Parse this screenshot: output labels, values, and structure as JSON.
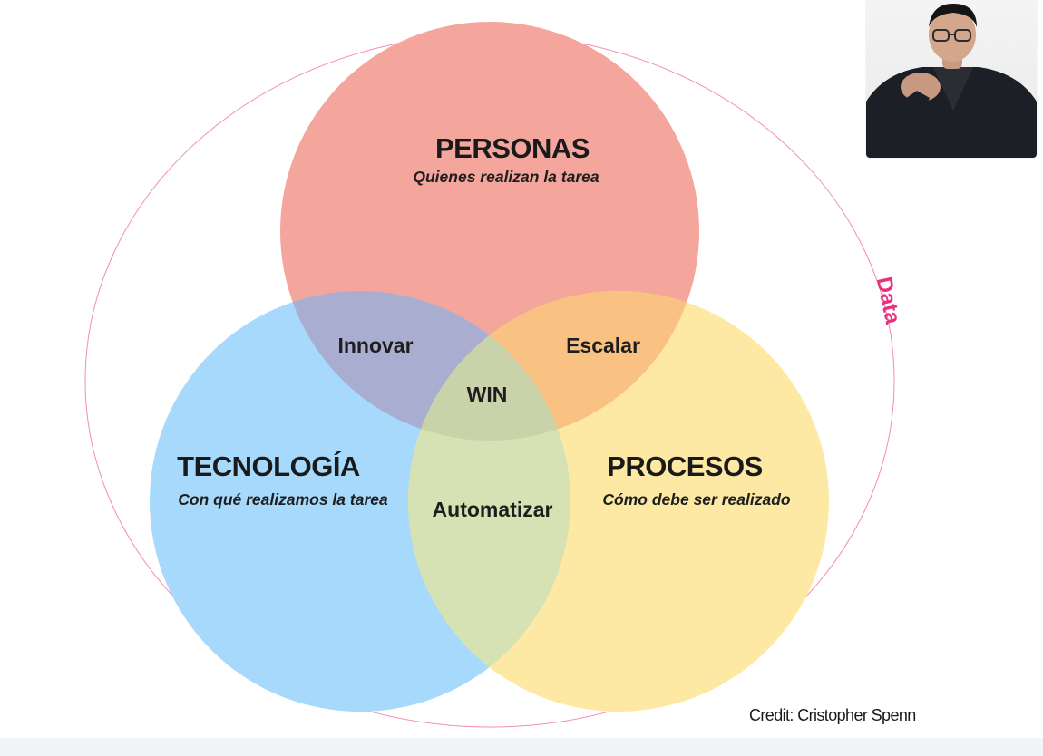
{
  "diagram": {
    "outer_label": "Data",
    "circles": {
      "personas": {
        "title": "PERSONAS",
        "subtitle": "Quienes realizan la tarea",
        "color": "#f4a59c"
      },
      "tecnologia": {
        "title": "TECNOLOGÍA",
        "subtitle": "Con qué realizamos la tarea",
        "color": "#a6d9fb"
      },
      "procesos": {
        "title": "PROCESOS",
        "subtitle": "Cómo debe ser realizado",
        "color": "#fde9a4"
      }
    },
    "overlaps": {
      "personas_tecnologia": "Innovar",
      "personas_procesos": "Escalar",
      "tecnologia_procesos": "Automatizar",
      "center": "WIN"
    },
    "outer_color": "#e8307c"
  },
  "credit": "Credit: Cristopher Spenn",
  "video": {
    "icon": "person-video-icon"
  }
}
